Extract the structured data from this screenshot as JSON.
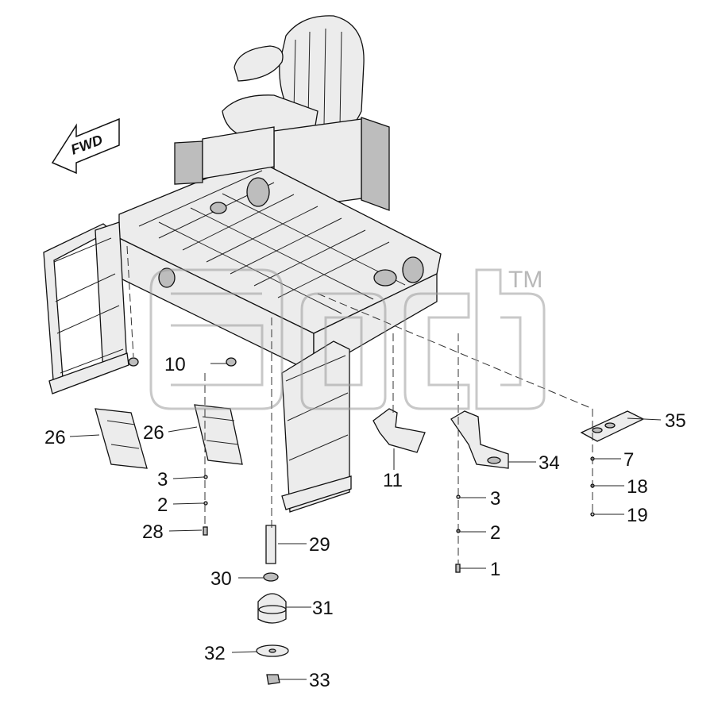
{
  "direction": {
    "label": "FWD"
  },
  "watermark": {
    "trademark": "TM"
  },
  "callouts": [
    {
      "id": "c10",
      "label": "10"
    },
    {
      "id": "c26a",
      "label": "26"
    },
    {
      "id": "c26b",
      "label": "26"
    },
    {
      "id": "c3a",
      "label": "3"
    },
    {
      "id": "c2a",
      "label": "2"
    },
    {
      "id": "c28",
      "label": "28"
    },
    {
      "id": "c29",
      "label": "29"
    },
    {
      "id": "c30",
      "label": "30"
    },
    {
      "id": "c31",
      "label": "31"
    },
    {
      "id": "c32",
      "label": "32"
    },
    {
      "id": "c33",
      "label": "33"
    },
    {
      "id": "c11",
      "label": "11"
    },
    {
      "id": "c3b",
      "label": "3"
    },
    {
      "id": "c2b",
      "label": "2"
    },
    {
      "id": "c1",
      "label": "1"
    },
    {
      "id": "c34",
      "label": "34"
    },
    {
      "id": "c35",
      "label": "35"
    },
    {
      "id": "c7",
      "label": "7"
    },
    {
      "id": "c18",
      "label": "18"
    },
    {
      "id": "c19",
      "label": "19"
    }
  ]
}
